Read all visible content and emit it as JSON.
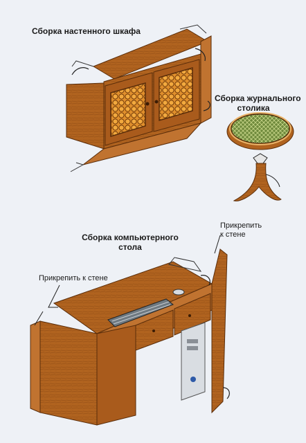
{
  "wall_cabinet": {
    "title": "Сборка настенного шкафа"
  },
  "coffee_table": {
    "title_line1": "Сборка журнального",
    "title_line2": "столика"
  },
  "computer_desk": {
    "title_line1": "Сборка компьютерного",
    "title_line2": "стола",
    "attach_right_line1": "Прикрепить",
    "attach_right_line2": "к стене",
    "attach_left": "Прикрепить к стене"
  },
  "colors": {
    "wood": "#b0631f",
    "wood_dark": "#7a3f12",
    "wood_light": "#c97a34",
    "tabletop": "#6f8a3c",
    "background": "#eef1f6"
  }
}
